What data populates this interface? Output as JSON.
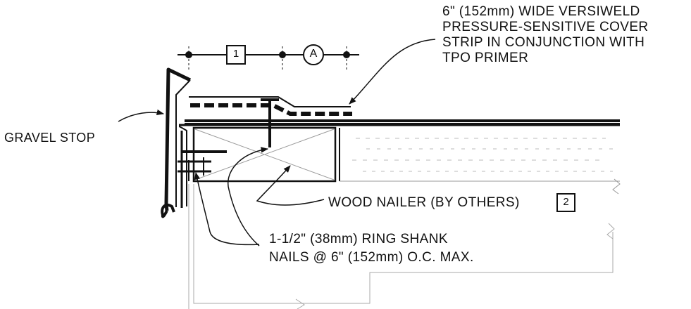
{
  "callouts": {
    "cover_strip": [
      "6\" (152mm) WIDE VERSIWELD",
      "PRESSURE-SENSITIVE  COVER",
      "STRIP IN CONJUNCTION WITH",
      "TPO PRIMER"
    ],
    "gravel_stop": "GRAVEL STOP",
    "wood_nailer": "WOOD NAILER (BY OTHERS)",
    "nails": [
      "1-1/2\" (38mm) RING SHANK",
      "NAILS @ 6\" (152mm) O.C. MAX."
    ]
  },
  "dimension_tags": {
    "box_1": "1",
    "circle_a": "A",
    "box_2": "2"
  },
  "colors": {
    "ink": "#111111",
    "hatch": "#9a9a9a"
  }
}
